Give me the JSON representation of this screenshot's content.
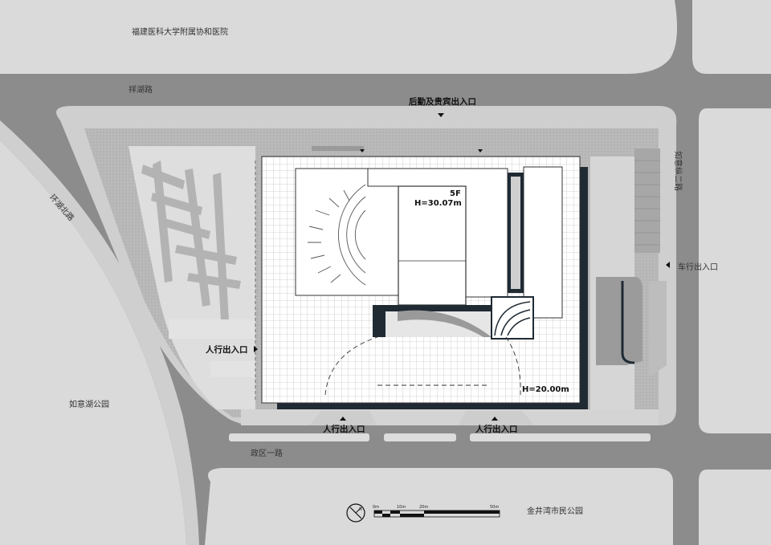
{
  "labels": {
    "hospital": "福建医科大学附属协和医院",
    "road_xianghu": "祥湖路",
    "logistics_entrance": "后勤及贵宾出入口",
    "road_huanhu_north": "环湖北路",
    "road_ruyi_2": "如意纵二路",
    "vehicle_entrance": "车行出入口",
    "pedestrian_west": "人行出入口",
    "tower_floors": "5F",
    "tower_height": "H=30.07m",
    "podium_height": "H=20.00m",
    "park_ruyi_lake": "如意湖公园",
    "pedestrian_south_1": "人行出入口",
    "pedestrian_south_2": "人行出入口",
    "road_zhengqu_1": "政区一路",
    "park_jinjingwan": "金井湾市民公园"
  },
  "scale_bar": {
    "ticks": [
      "0m",
      "10m",
      "20m",
      "50m"
    ]
  },
  "north_arrow": "N",
  "colors": {
    "road": "#8c8c8c",
    "block": "#dadada",
    "sidewalk": "#cfcfcf",
    "building": "#ffffff",
    "grid": "#c4c4c4",
    "shadow": "#1f2a33"
  }
}
